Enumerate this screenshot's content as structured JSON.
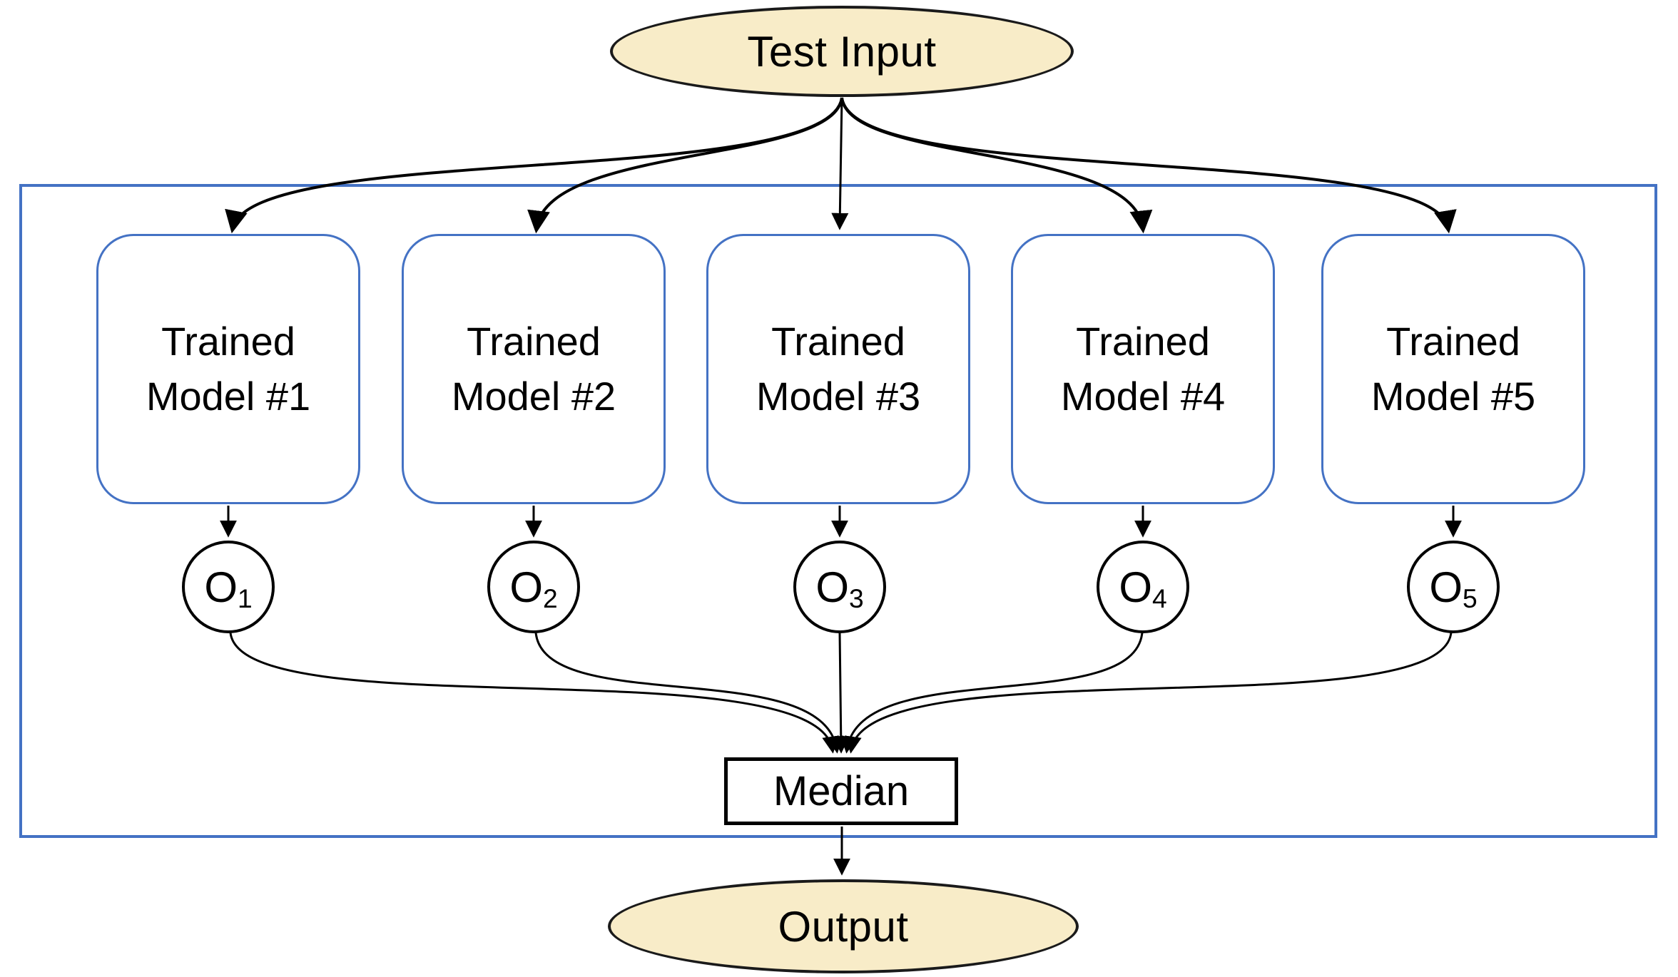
{
  "diagram": {
    "test_input": {
      "label": "Test Input"
    },
    "models": [
      {
        "label": "Trained Model #1"
      },
      {
        "label": "Trained Model #2"
      },
      {
        "label": "Trained Model #3"
      },
      {
        "label": "Trained Model #4"
      },
      {
        "label": "Trained Model #5"
      }
    ],
    "outputs": [
      {
        "base": "O",
        "sub": "1"
      },
      {
        "base": "O",
        "sub": "2"
      },
      {
        "base": "O",
        "sub": "3"
      },
      {
        "base": "O",
        "sub": "4"
      },
      {
        "base": "O",
        "sub": "5"
      }
    ],
    "median": {
      "label": "Median"
    },
    "final_output": {
      "label": "Output"
    },
    "colors": {
      "terminal_fill": "#F8ECC8",
      "terminal_border": "#1A1A1A",
      "model_border": "#4472C4",
      "container_border": "#4472C4",
      "edge": "#000000",
      "text": "#000000",
      "background": "#FFFFFF"
    }
  }
}
